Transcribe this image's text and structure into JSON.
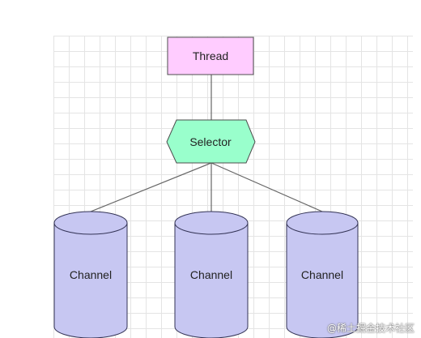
{
  "diagram": {
    "nodes": {
      "thread": {
        "label": "Thread",
        "fill": "#ffccff",
        "stroke": "#4d4d4d"
      },
      "selector": {
        "label": "Selector",
        "fill": "#99ffcc",
        "stroke": "#4d4d4d"
      },
      "channels": [
        {
          "label": "Channel"
        },
        {
          "label": "Channel"
        },
        {
          "label": "Channel"
        }
      ]
    },
    "channel_colors": {
      "fill": "#c7c7f2",
      "stroke": "#333355"
    },
    "edge_color": "#666666",
    "edges": [
      {
        "from": "thread",
        "to": "selector"
      },
      {
        "from": "selector",
        "to": "channel-1"
      },
      {
        "from": "selector",
        "to": "channel-2"
      },
      {
        "from": "selector",
        "to": "channel-3"
      }
    ]
  },
  "watermark": "@稀土掘金技术社区"
}
